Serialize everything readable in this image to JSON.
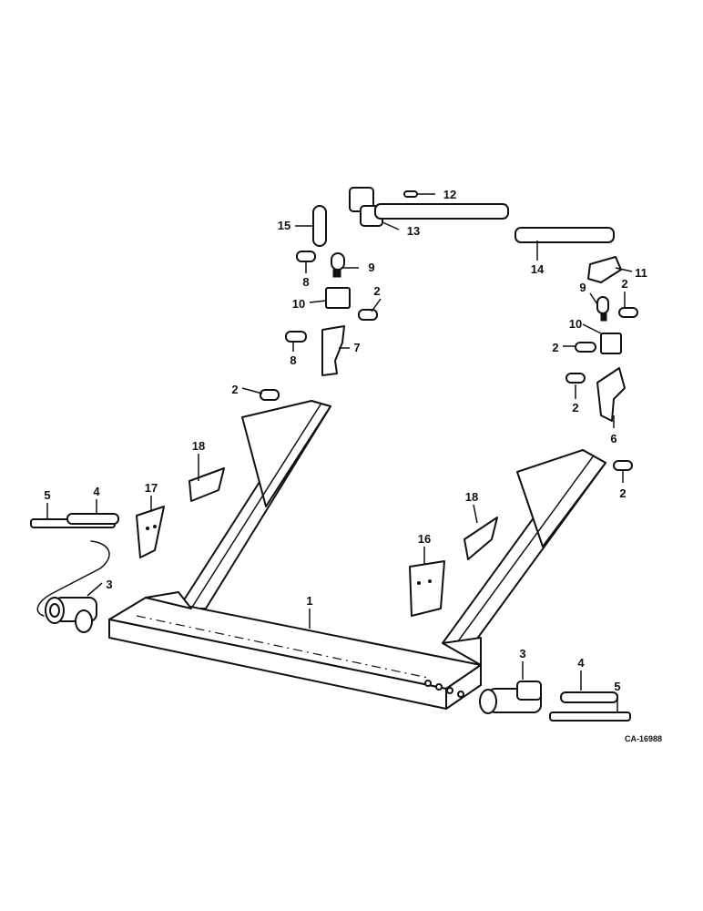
{
  "diagram": {
    "drawing_code": "CA-16988",
    "callouts": [
      "1",
      "2",
      "2",
      "2",
      "2",
      "2",
      "2",
      "3",
      "3",
      "4",
      "4",
      "5",
      "5",
      "6",
      "7",
      "8",
      "8",
      "9",
      "9",
      "10",
      "10",
      "11",
      "12",
      "13",
      "14",
      "15",
      "16",
      "17",
      "18",
      "18"
    ]
  }
}
